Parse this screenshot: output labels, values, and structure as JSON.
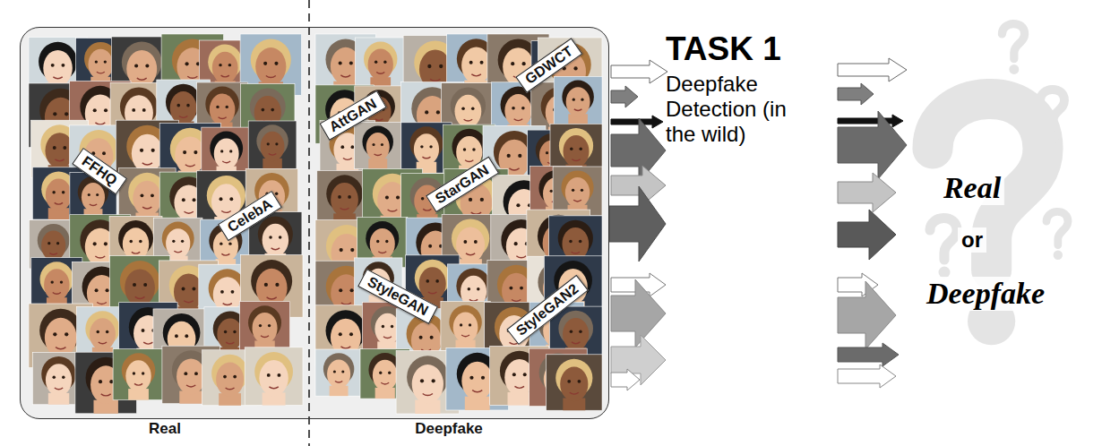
{
  "diagram": {
    "nodes": [
      {
        "text": [
          "Real",
          "Deepfake"
        ]
      },
      {
        "text": [
          "FFHQ"
        ],
        "in": 0
      },
      {
        "text": [
          "CelebA"
        ],
        "in": 0
      },
      {
        "text": [
          "GDWCT"
        ],
        "in": 0
      },
      {
        "text": [
          "AttGAN"
        ],
        "in": 0
      },
      {
        "text": [
          "StarGAN"
        ],
        "in": 0
      },
      {
        "text": [
          "StyleGAN"
        ],
        "in": 0
      },
      {
        "text": [
          "StyleGAN2"
        ],
        "in": 0
      },
      {
        "text": [
          "TASK 1",
          "Deepfake Detection (in the wild)"
        ]
      }
    ],
    "edges": [
      {
        "from": 0,
        "to": 8,
        "arrow": "to"
      }
    ],
    "labels": [
      "Real",
      "or",
      "Deepfake"
    ]
  }
}
